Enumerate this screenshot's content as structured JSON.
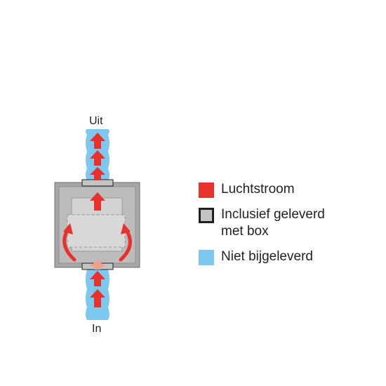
{
  "labels": {
    "out": "Uit",
    "in": "In"
  },
  "legend": [
    {
      "label": "Luchtstroom",
      "color": "#e8312a",
      "kind": "airflow"
    },
    {
      "label": "Inclusief geleverd met box",
      "color": "#c4c4c4",
      "kind": "included"
    },
    {
      "label": "Niet bijgeleverd",
      "color": "#7dc8ee",
      "kind": "not-included"
    }
  ],
  "colors": {
    "duct": "#7dc8ee",
    "arrow": "#e8312a",
    "box_outer": "#a7a7a7",
    "box_inner": "#cfcfcf",
    "connector": "#c4c4c4",
    "outline": "#231f20"
  }
}
